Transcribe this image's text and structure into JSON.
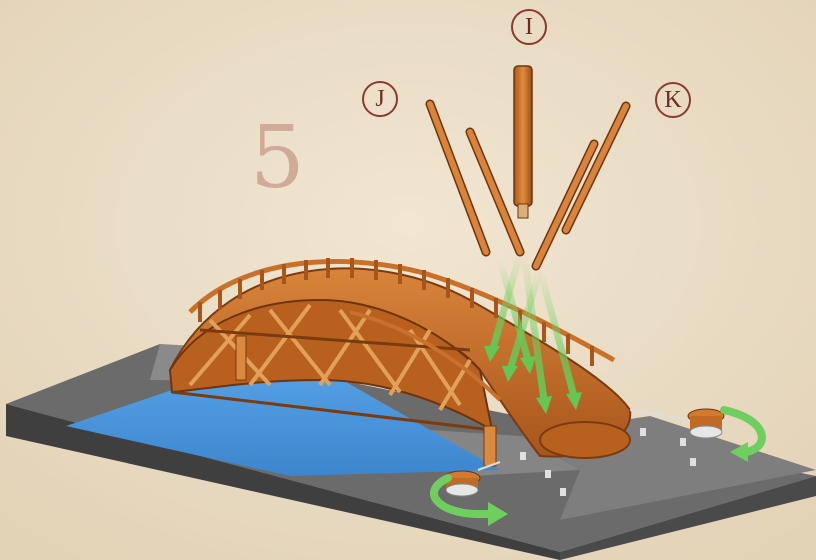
{
  "step": {
    "number": "5"
  },
  "parts": {
    "i": "I",
    "j": "J",
    "k": "K"
  },
  "colors": {
    "background": "#e9dcc4",
    "wood": "#c9702a",
    "wood_dark": "#8a4314",
    "water": "#4f9be0",
    "base": "#5d5d5d",
    "arrow": "#6fcf5e",
    "label": "#8a3a2e"
  },
  "icons": [
    "rotate-arrow-icon",
    "down-arrow-icon"
  ]
}
